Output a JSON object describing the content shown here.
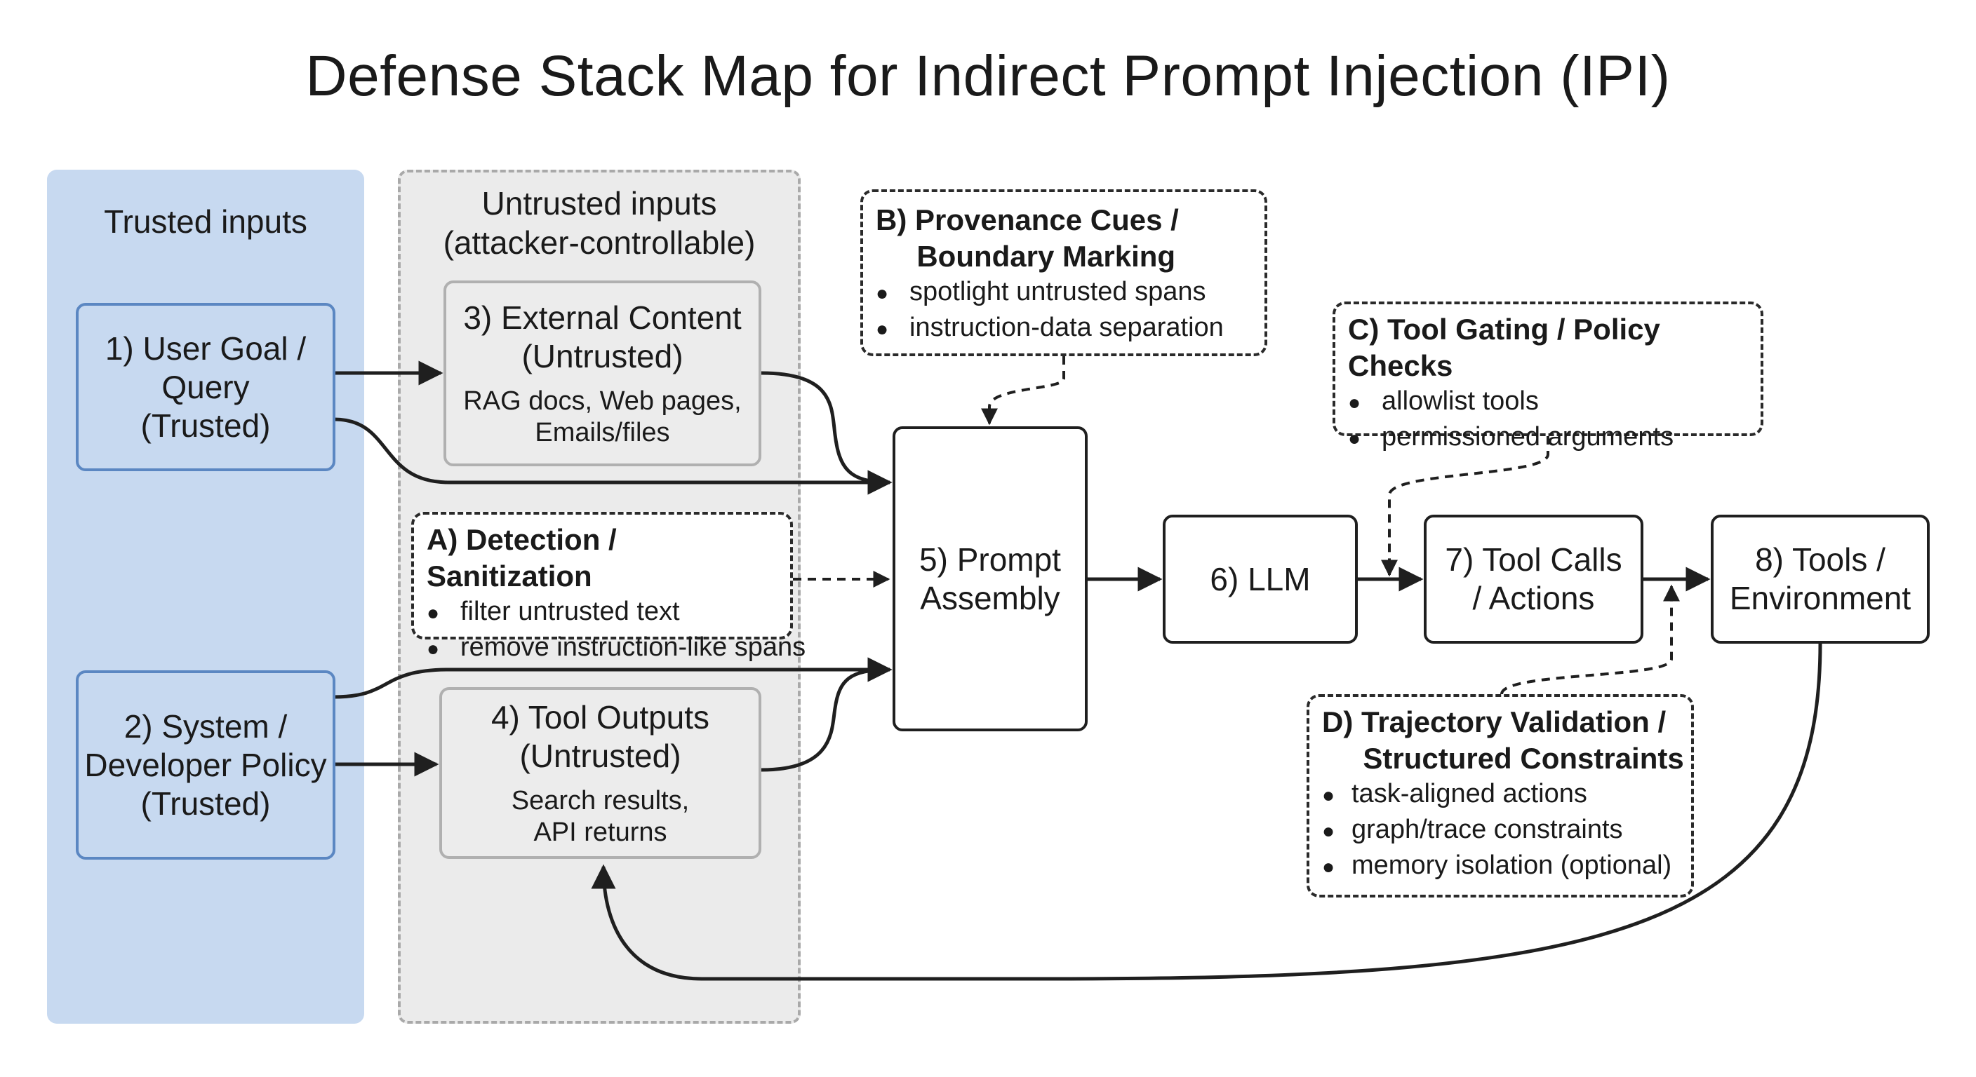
{
  "title": "Defense Stack Map for Indirect Prompt Injection (IPI)",
  "lanes": {
    "trusted": "Trusted inputs",
    "untrusted": "Untrusted inputs\n(attacker-controllable)"
  },
  "nodes": {
    "n1": {
      "title": "1) User Goal /\nQuery\n(Trusted)"
    },
    "n2": {
      "title": "2) System /\nDeveloper Policy\n(Trusted)"
    },
    "n3": {
      "title": "3) External Content\n(Untrusted)",
      "sub": "RAG docs, Web pages,\nEmails/files"
    },
    "n4": {
      "title": "4) Tool Outputs\n(Untrusted)",
      "sub": "Search results,\nAPI returns"
    },
    "n5": {
      "title": "5) Prompt\nAssembly"
    },
    "n6": {
      "title": "6) LLM"
    },
    "n7": {
      "title": "7) Tool Calls\n/ Actions"
    },
    "n8": {
      "title": "8) Tools /\nEnvironment"
    }
  },
  "defenses": {
    "A": {
      "title": "A) Detection / Sanitization",
      "items": [
        "filter untrusted text",
        "remove instruction-like spans"
      ]
    },
    "B": {
      "title": "B) Provenance Cues /\n     Boundary Marking",
      "items": [
        "spotlight untrusted spans",
        "instruction-data separation"
      ]
    },
    "C": {
      "title": "C) Tool Gating / Policy Checks",
      "items": [
        "allowlist tools",
        "permissioned arguments"
      ]
    },
    "D": {
      "title": "D) Trajectory Validation /\n     Structured Constraints",
      "items": [
        "task-aligned actions",
        "graph/trace constraints",
        "memory isolation (optional)"
      ]
    }
  },
  "colors": {
    "trusted_fill": "#c7d9f0",
    "trusted_border": "#5b87c2",
    "untrusted_fill": "#ebebeb",
    "untrusted_border": "#a9a9a9",
    "ink": "#1f1f1f"
  },
  "bullet_icon": "●"
}
